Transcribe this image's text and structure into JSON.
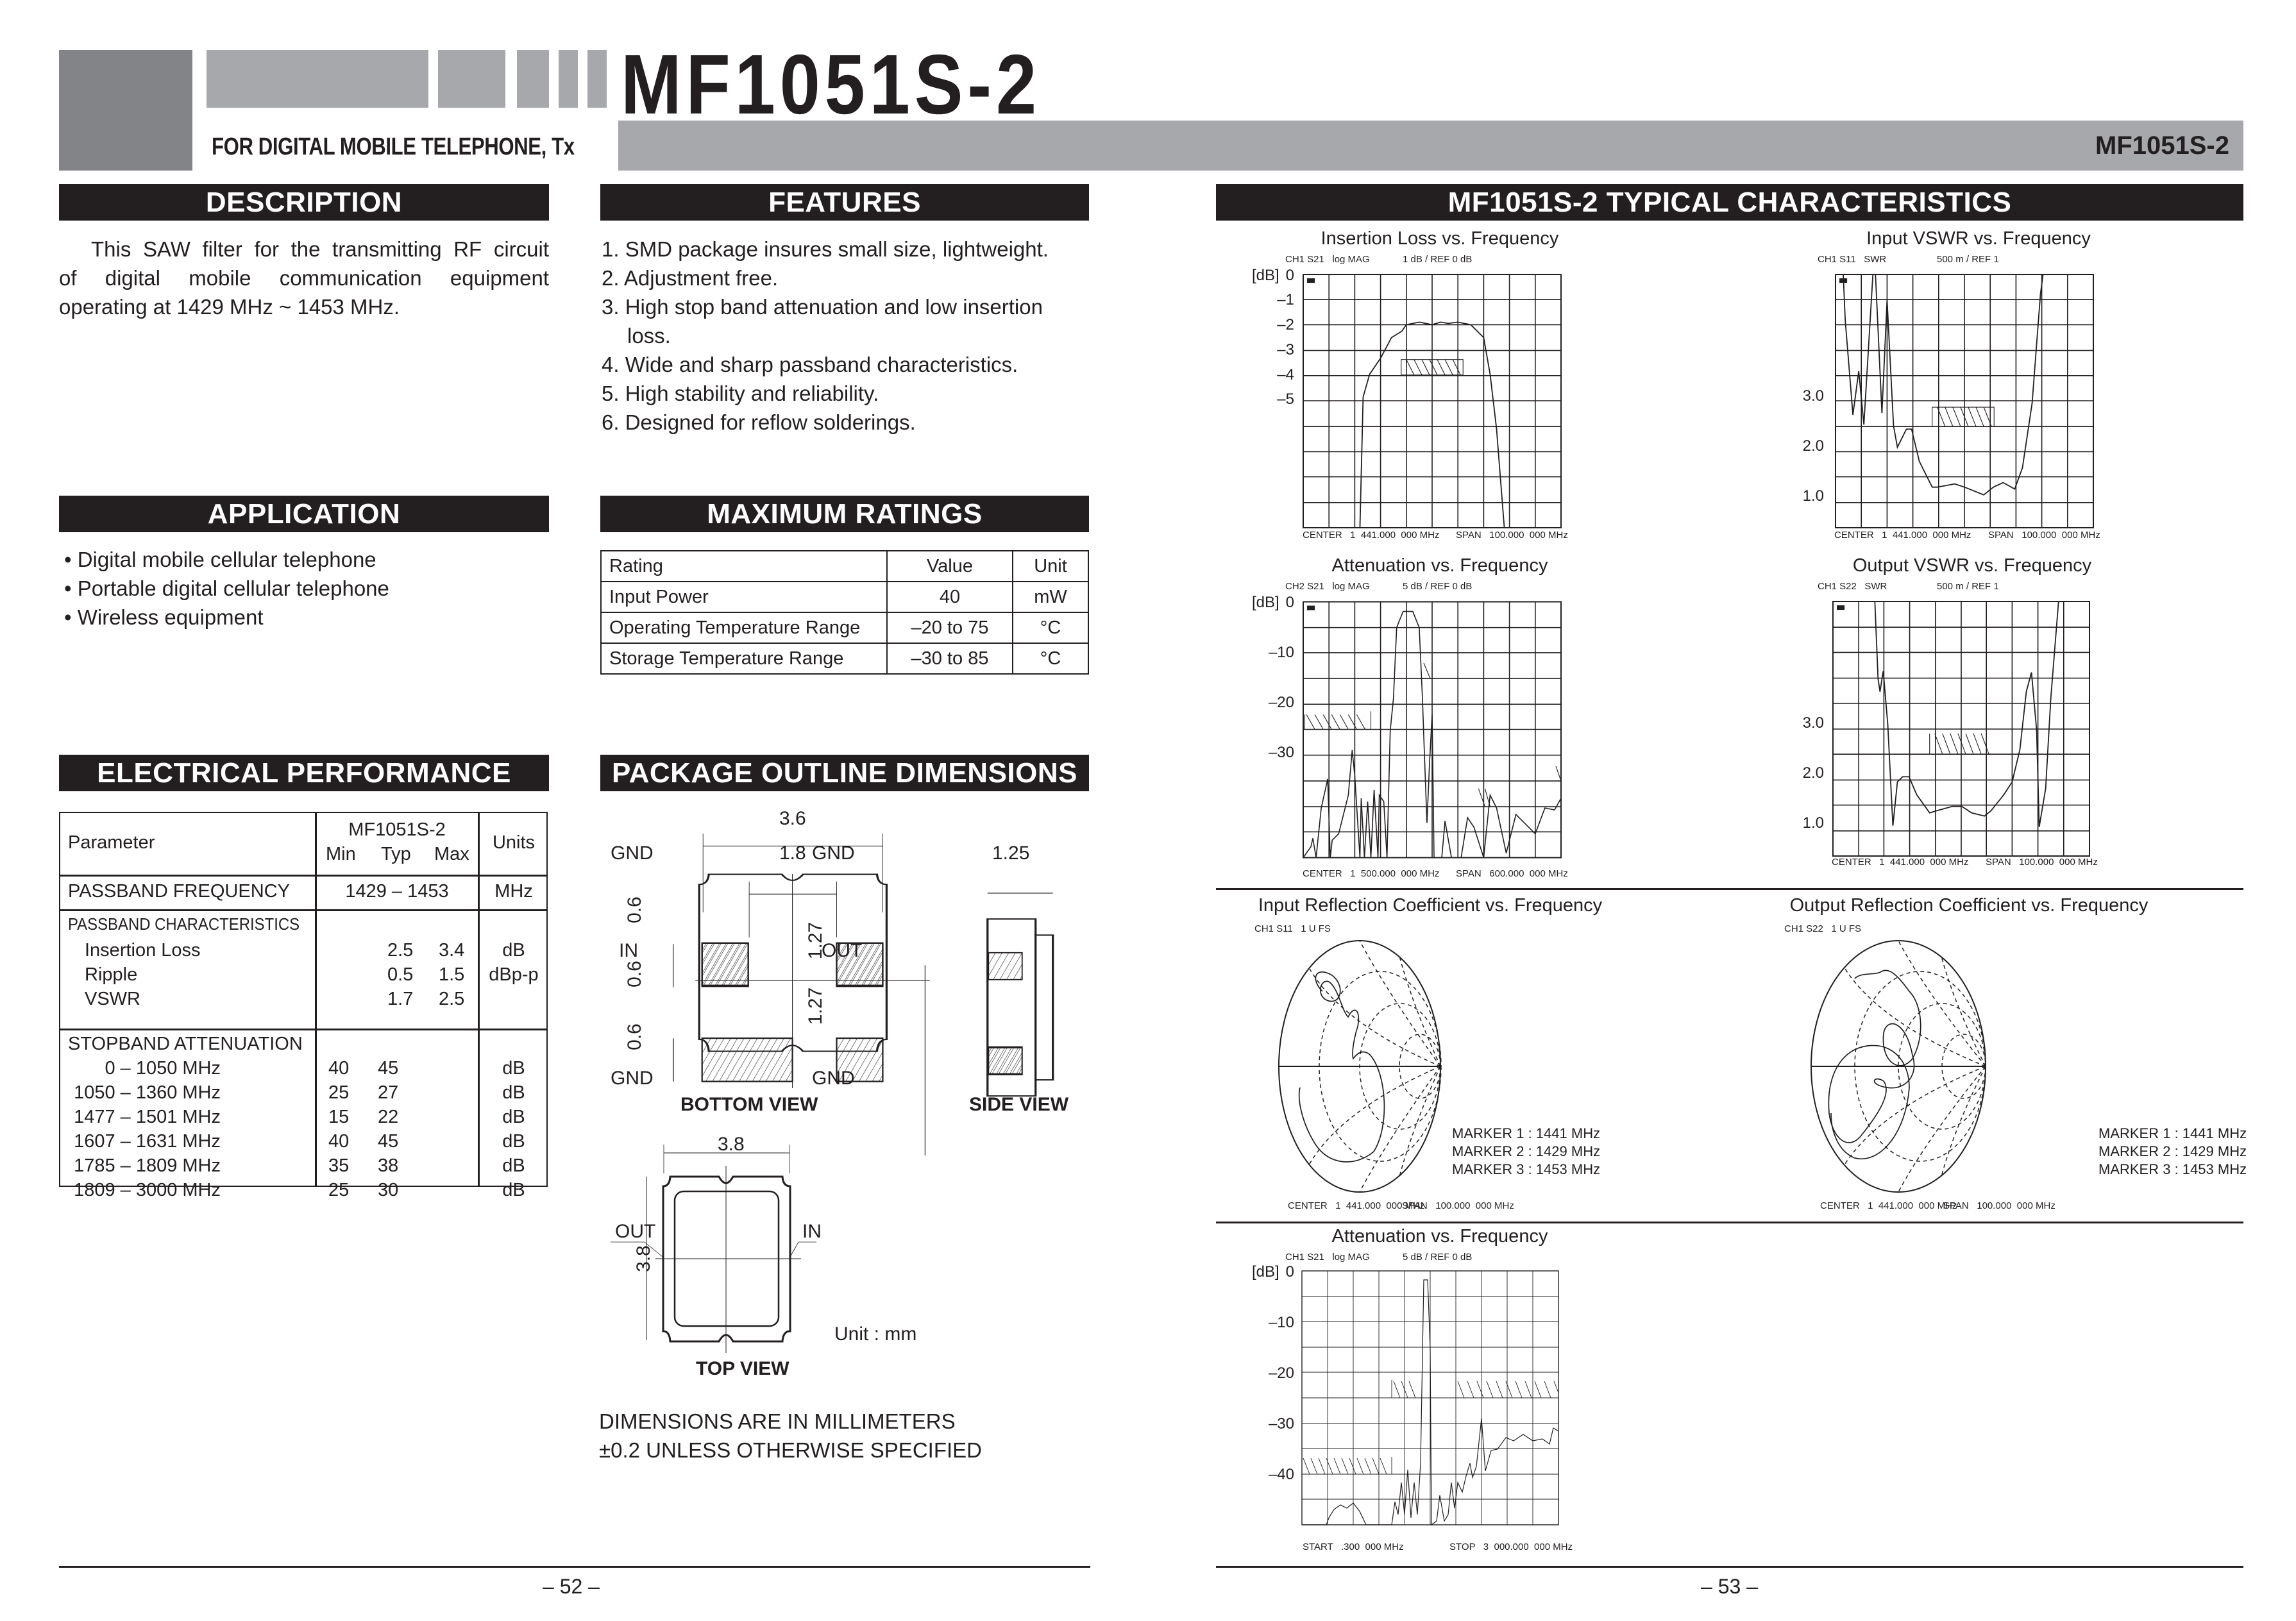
{
  "header": {
    "title": "MF1051S-2",
    "subtitle": "FOR DIGITAL MOBILE TELEPHONE, Tx",
    "band_label": "MF1051S-2"
  },
  "description": {
    "heading": "DESCRIPTION",
    "text": "This SAW filter for the transmitting RF circuit of digital mobile communication equipment operating at 1429 MHz ~ 1453 MHz.",
    "lines": [
      "This SAW filter for the transmitting RF circuit",
      "of digital mobile communication equipment",
      "operating at 1429 MHz ~ 1453 MHz."
    ]
  },
  "features": {
    "heading": "FEATURES",
    "items": [
      "1. SMD package insures small size, lightweight.",
      "2. Adjustment free.",
      "3. High stop band attenuation and low insertion",
      "loss.",
      "4. Wide and sharp passband characteristics.",
      "5. High stability and reliability.",
      "6. Designed for reflow solderings."
    ]
  },
  "application": {
    "heading": "APPLICATION",
    "items": [
      "• Digital mobile cellular telephone",
      "• Portable digital cellular telephone",
      "• Wireless equipment"
    ]
  },
  "max_ratings": {
    "heading": "MAXIMUM RATINGS",
    "columns": [
      "Rating",
      "Value",
      "Unit"
    ],
    "rows": [
      [
        "Input Power",
        "40",
        "mW"
      ],
      [
        "Operating Temperature Range",
        "–20 to 75",
        "°C"
      ],
      [
        "Storage Temperature Range",
        "–30 to 85",
        "°C"
      ]
    ]
  },
  "electrical": {
    "heading": "ELECTRICAL PERFORMANCE",
    "header": {
      "parameter": "Parameter",
      "model": "MF1051S-2",
      "min": "Min",
      "typ": "Typ",
      "max": "Max",
      "units": "Units"
    },
    "passband_frequency": {
      "label": "PASSBAND FREQUENCY",
      "value": "1429 – 1453",
      "unit": "MHz"
    },
    "passband_characteristics": {
      "label": "PASSBAND CHARACTERISTICS",
      "rows": [
        {
          "name": "Insertion Loss",
          "min": "",
          "typ": "2.5",
          "max": "3.4",
          "unit": "dB"
        },
        {
          "name": "Ripple",
          "min": "",
          "typ": "0.5",
          "max": "1.5",
          "unit": "dBp-p"
        },
        {
          "name": "VSWR",
          "min": "",
          "typ": "1.7",
          "max": "2.5",
          "unit": ""
        }
      ]
    },
    "stopband_attenuation": {
      "label": "STOPBAND ATTENUATION",
      "rows": [
        {
          "name": "0 – 1050 MHz",
          "min": "40",
          "typ": "45",
          "unit": "dB"
        },
        {
          "name": "1050 – 1360 MHz",
          "min": "25",
          "typ": "27",
          "unit": "dB"
        },
        {
          "name": "1477 – 1501 MHz",
          "min": "15",
          "typ": "22",
          "unit": "dB"
        },
        {
          "name": "1607 – 1631 MHz",
          "min": "40",
          "typ": "45",
          "unit": "dB"
        },
        {
          "name": "1785 – 1809 MHz",
          "min": "35",
          "typ": "38",
          "unit": "dB"
        },
        {
          "name": "1809 – 3000 MHz",
          "min": "25",
          "typ": "30",
          "unit": "dB"
        }
      ]
    }
  },
  "package": {
    "heading": "PACKAGE OUTLINE DIMENSIONS",
    "bottom_view": {
      "label": "BOTTOM VIEW",
      "width": "3.6",
      "pad_spacing": "1.8",
      "pad_height": "0.6",
      "pitch": "1.27",
      "pins": {
        "gnd": "GND",
        "in": "IN",
        "out": "OUT"
      }
    },
    "side_view": {
      "label": "SIDE VIEW",
      "height": "1.25"
    },
    "top_view": {
      "label": "TOP VIEW",
      "width": "3.8",
      "height": "3.8",
      "pins": {
        "in": "IN",
        "out": "OUT"
      }
    },
    "unit_note": "Unit : mm",
    "notes": [
      "DIMENSIONS ARE IN MILLIMETERS",
      "±0.2 UNLESS OTHERWISE SPECIFIED"
    ]
  },
  "typical": {
    "heading": "MF1051S-2 TYPICAL CHARACTERISTICS"
  },
  "chart_data": [
    {
      "type": "line",
      "title": "Insertion Loss vs. Frequency",
      "instrument": "CH1 S21   log MAG",
      "scale": "1 dB / REF 0 dB",
      "ylabel": "[dB]",
      "yticks": [
        "0",
        "–1",
        "–2",
        "–3",
        "–4",
        "–5"
      ],
      "ylim": [
        -10,
        0
      ],
      "footer_left": "CENTER   1  441.000  000 MHz",
      "footer_right": "SPAN   100.000  000 MHz",
      "center_mhz": 1441,
      "span_mhz": 100,
      "x": [
        1391,
        1413,
        1416,
        1420,
        1424,
        1429,
        1432,
        1436,
        1441,
        1446,
        1450,
        1453,
        1457,
        1460,
        1463,
        1467,
        1470,
        1491
      ],
      "values": [
        -10,
        -10,
        -5,
        -3.9,
        -3.3,
        -2.3,
        -1.9,
        -1.8,
        -1.9,
        -1.85,
        -1.8,
        -1.9,
        -2,
        -2.5,
        -4,
        -6,
        -10,
        -10
      ],
      "markers": [
        {
          "id": "1",
          "x": 1441,
          "y": -1.9
        },
        {
          "id": "2",
          "x": 1429,
          "y": -2.3
        },
        {
          "id": "3",
          "x": 1453,
          "y": -2.0
        }
      ],
      "spec_mask": {
        "x": [
          1429,
          1453
        ],
        "y": -3.4
      }
    },
    {
      "type": "line",
      "title": "Input VSWR vs. Frequency",
      "instrument": "CH1 S11   SWR",
      "scale": "500 m / REF 1",
      "yticks": [
        "3.0",
        "2.0",
        "1.0"
      ],
      "ylim": [
        0.5,
        5.5
      ],
      "footer_left": "CENTER   1  441.000  000 MHz",
      "footer_right": "SPAN   100.000  000 MHz",
      "center_mhz": 1441,
      "span_mhz": 100,
      "x": [
        1392,
        1394,
        1397,
        1400,
        1402,
        1405,
        1408,
        1410,
        1412,
        1415,
        1420,
        1424,
        1429,
        1435,
        1441,
        1446,
        1449,
        1453,
        1456,
        1460,
        1466,
        1470
      ],
      "values": [
        5.5,
        4.2,
        2.7,
        3.5,
        2.5,
        5.5,
        2.7,
        4.7,
        3.0,
        2.05,
        2.4,
        1.8,
        1.25,
        1.3,
        1.25,
        1.15,
        1.1,
        1.25,
        1.35,
        1.2,
        2.5,
        5.5
      ],
      "markers": [
        {
          "id": "1",
          "x": 1441
        },
        {
          "id": "2",
          "x": 1429
        },
        {
          "id": "3",
          "x": 1453
        }
      ],
      "spec_mask": {
        "x": [
          1429,
          1453
        ],
        "y": 2.5
      }
    },
    {
      "type": "line",
      "title": "Attenuation vs. Frequency",
      "instrument": "CH2 S21   log MAG",
      "scale": "5 dB / REF 0 dB",
      "ylabel": "[dB]",
      "yticks": [
        "0",
        "–10",
        "–20",
        "–30"
      ],
      "ylim": [
        -50,
        0
      ],
      "footer_left": "CENTER   1  500.000  000 MHz",
      "footer_right": "SPAN   600.000  000 MHz",
      "center_mhz": 1500,
      "span_mhz": 600,
      "x": [
        1200,
        1240,
        1260,
        1300,
        1320,
        1340,
        1360,
        1380,
        1400,
        1420,
        1441,
        1460,
        1475,
        1480,
        1490,
        1500,
        1550,
        1600,
        1640,
        1700,
        1750,
        1800
      ],
      "values": [
        -50,
        -45,
        -36,
        -50,
        -29,
        -50,
        -38,
        -50,
        -35,
        -20,
        -2,
        -2,
        -15,
        -42,
        -22,
        -50,
        -44,
        -50,
        -40,
        -44,
        -40,
        -38
      ],
      "markers": [
        {
          "id": "1"
        },
        {
          "id": "2"
        },
        {
          "id": "3"
        },
        {
          "id": "4"
        }
      ],
      "spec_masks": [
        {
          "x": [
            1200,
            1360
          ],
          "y": -25
        },
        {
          "x": [
            1477,
            1501
          ],
          "y": -15
        },
        {
          "x": [
            1607,
            1631
          ],
          "y": -40
        },
        {
          "x": [
            1785,
            1800
          ],
          "y": -35
        }
      ]
    },
    {
      "type": "line",
      "title": "Output VSWR vs. Frequency",
      "instrument": "CH1 S22   SWR",
      "scale": "500 m / REF 1",
      "yticks": [
        "3.0",
        "2.0",
        "1.0"
      ],
      "ylim": [
        0.5,
        5.5
      ],
      "footer_left": "CENTER   1  441.000  000 MHz",
      "footer_right": "SPAN   100.000  000 MHz",
      "center_mhz": 1441,
      "span_mhz": 100,
      "x": [
        1391,
        1408,
        1409,
        1410,
        1411,
        1415,
        1420,
        1423,
        1429,
        1435,
        1441,
        1448,
        1453,
        1460,
        1465,
        1468,
        1470,
        1474,
        1479
      ],
      "values": [
        5.5,
        5.5,
        3.5,
        3.9,
        3.8,
        1.1,
        2.0,
        2.0,
        1.35,
        1.45,
        1.45,
        1.25,
        1.3,
        1.8,
        3.0,
        4.2,
        1.3,
        3.0,
        5.5
      ],
      "markers": [
        {
          "id": "1",
          "x": 1441
        },
        {
          "id": "2",
          "x": 1429
        },
        {
          "id": "3",
          "x": 1453
        }
      ],
      "spec_mask": {
        "x": [
          1429,
          1453
        ],
        "y": 2.5
      }
    },
    {
      "type": "scatter",
      "title": "Input Reflection Coefficient vs. Frequency",
      "instrument": "CH1 S11   1 U FS",
      "chart_kind": "smith",
      "footer_left": "CENTER   1  441.000  000 MHz",
      "footer_right": "SPAN   100.000  000 MHz",
      "markers": [
        "MARKER 1 : 1441 MHz",
        "MARKER 2 : 1429 MHz",
        "MARKER 3 : 1453 MHz"
      ]
    },
    {
      "type": "scatter",
      "title": "Output Reflection Coefficient vs. Frequency",
      "instrument": "CH1 S22   1 U FS",
      "chart_kind": "smith",
      "footer_left": "CENTER   1  441.000  000 MHz",
      "footer_right": "SPAN   100.000  000 MHz",
      "markers": [
        "MARKER 1 : 1441 MHz",
        "MARKER 2 : 1429 MHz",
        "MARKER 3 : 1453 MHz"
      ]
    },
    {
      "type": "line",
      "title": "Attenuation vs. Frequency",
      "instrument": "CH1 S21   log MAG",
      "scale": "5 dB / REF 0 dB",
      "ylabel": "[dB]",
      "yticks": [
        "0",
        "–10",
        "–20",
        "–30",
        "–40"
      ],
      "ylim": [
        -50,
        0
      ],
      "footer_left": "START   .300  000 MHz",
      "footer_right": "STOP   3  000.000  000 MHz",
      "start_mhz": 0.3,
      "stop_mhz": 3000,
      "x": [
        0.3,
        300,
        700,
        900,
        1100,
        1300,
        1400,
        1441,
        1480,
        1550,
        1630,
        1700,
        1800,
        2100,
        2400,
        2700,
        3000
      ],
      "values": [
        -50,
        -50,
        -48,
        -50,
        -50,
        -40,
        -10,
        -2,
        -15,
        -48,
        -42,
        -37,
        -30,
        -33,
        -32,
        -34,
        -31
      ],
      "markers": [
        {
          "id": "1"
        },
        {
          "id": "2"
        },
        {
          "id": "3"
        },
        {
          "id": "4"
        }
      ],
      "spec_masks": [
        {
          "x": [
            0.3,
            1050
          ],
          "y": -40
        },
        {
          "x": [
            1050,
            1360
          ],
          "y": -25
        },
        {
          "x": [
            1809,
            3000
          ],
          "y": -25
        }
      ]
    }
  ],
  "footer": {
    "left_page": "– 52 –",
    "right_page": "– 53 –"
  }
}
